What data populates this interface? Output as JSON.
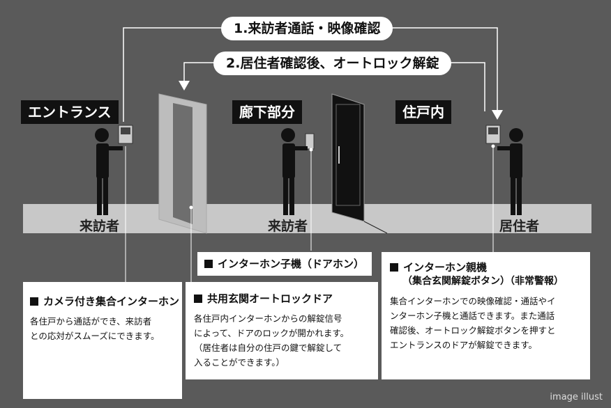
{
  "flows": {
    "step1": "1.来訪者通話・映像確認",
    "step2": "2.居住者確認後、オートロック解錠"
  },
  "zones": {
    "entrance": "エントランス",
    "corridor": "廊下部分",
    "unit": "住戸内"
  },
  "roles": {
    "visitor_entrance": "来訪者",
    "visitor_corridor": "来訪者",
    "resident": "居住者"
  },
  "callouts": {
    "door_intercom": {
      "title": "インターホン子機（ドアホン）"
    },
    "camera_intercom": {
      "title": "カメラ付き集合インターホン",
      "lines": [
        "各住戸から通話ができ、来訪者",
        "との応対がスムーズにできます。"
      ]
    },
    "autolock_door": {
      "title": "共用玄関オートロックドア",
      "lines": [
        "各住戸内インターホンからの解錠信号",
        "によって、ドアのロックが開かれます。",
        "（居住者は自分の住戸の鍵で解錠して",
        "入ることができます。）"
      ]
    },
    "master_intercom": {
      "title": "インターホン親機",
      "subtitle": "（集合玄関解錠ボタン）（非常警報）",
      "lines": [
        "集合インターホンでの映像確認・通話やイ",
        "ンターホン子機と通話できます。また通話",
        "確認後、オートロック解錠ボタンを押すと",
        "エントランスのドアが解錠できます。"
      ]
    }
  },
  "watermark": "image illust"
}
